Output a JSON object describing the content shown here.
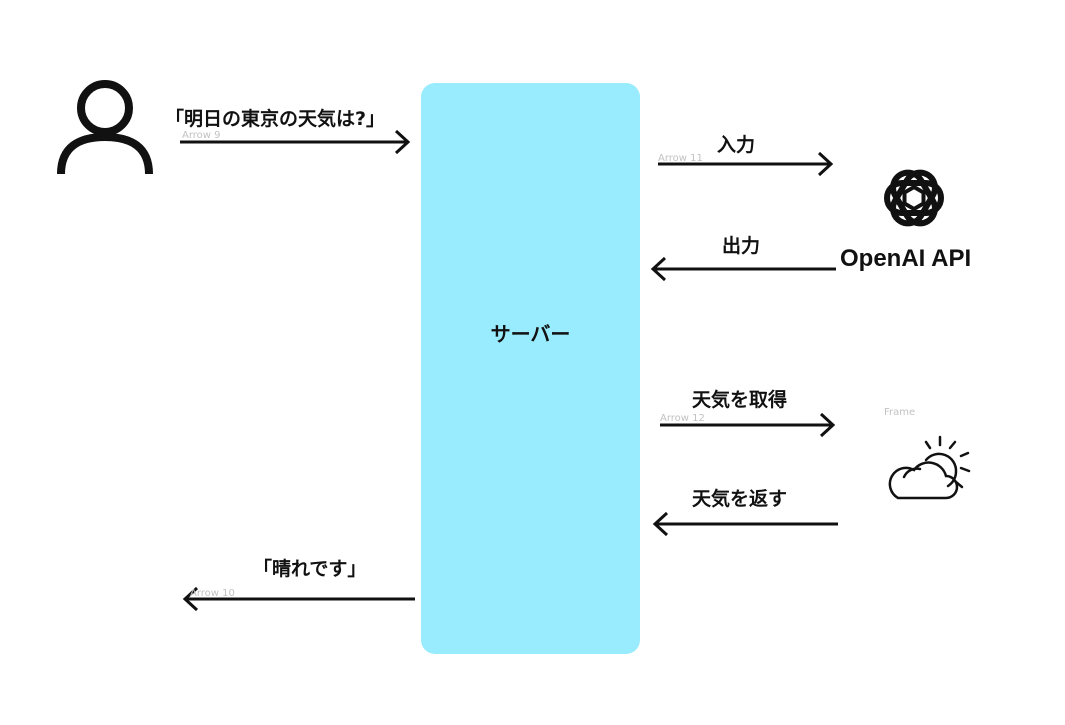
{
  "server": {
    "label": "サーバー"
  },
  "messages": {
    "user_request": "「明日の東京の天気は?」",
    "input": "入力",
    "output": "出力",
    "get_weather": "天気を取得",
    "return_weather": "天気を返す",
    "user_response": "「晴れです」"
  },
  "connector_tags": {
    "arrow_9": "Arrow 9",
    "arrow_10": "Arrow 10",
    "arrow_11": "Arrow 11",
    "arrow_12": "Arrow 12"
  },
  "frame_tag": "Frame",
  "openai": {
    "label": "OpenAI API"
  },
  "icons": {
    "user": "user-icon",
    "openai": "openai-logo-icon",
    "weather": "partly-cloudy-icon"
  },
  "colors": {
    "server_fill": "#99ecfd",
    "stroke": "#111111",
    "tag_text": "#c2c2c2"
  }
}
